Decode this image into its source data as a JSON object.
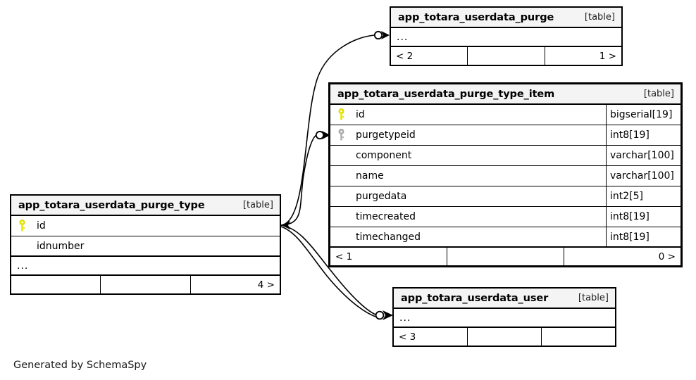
{
  "diagram": {
    "title": "SchemaSpy ER diagram",
    "generated_by": "Generated by SchemaSpy",
    "table_tag": "[table]",
    "ellipsis": "...",
    "colors": {
      "primary_key_icon": "#e8e800",
      "foreign_key_icon": "#b0b0b0",
      "header_background": "#f4f4f4",
      "border": "#000000",
      "background": "#ffffff"
    }
  },
  "tables": [
    {
      "id": "purge",
      "name": "app_totara_userdata_purge",
      "tag": "[table]",
      "collapsed": true,
      "ellipsis": "...",
      "columns": [],
      "footer": [
        "< 2",
        "",
        "1 >"
      ]
    },
    {
      "id": "purge_type_item",
      "name": "app_totara_userdata_purge_type_item",
      "tag": "[table]",
      "collapsed": false,
      "columns": [
        {
          "key": "primary",
          "name": "id",
          "type": "bigserial[19]"
        },
        {
          "key": "foreign",
          "name": "purgetypeid",
          "type": "int8[19]"
        },
        {
          "key": "none",
          "name": "component",
          "type": "varchar[100]"
        },
        {
          "key": "none",
          "name": "name",
          "type": "varchar[100]"
        },
        {
          "key": "none",
          "name": "purgedata",
          "type": "int2[5]"
        },
        {
          "key": "none",
          "name": "timecreated",
          "type": "int8[19]"
        },
        {
          "key": "none",
          "name": "timechanged",
          "type": "int8[19]"
        }
      ],
      "footer": [
        "< 1",
        "",
        "0 >"
      ]
    },
    {
      "id": "purge_type",
      "name": "app_totara_userdata_purge_type",
      "tag": "[table]",
      "collapsed": false,
      "ellipsis": "...",
      "columns": [
        {
          "key": "primary",
          "name": "id",
          "type": ""
        },
        {
          "key": "none",
          "name": "idnumber",
          "type": ""
        }
      ],
      "footer": [
        "",
        "",
        "4 >"
      ]
    },
    {
      "id": "user",
      "name": "app_totara_userdata_user",
      "tag": "[table]",
      "collapsed": true,
      "ellipsis": "...",
      "columns": [],
      "footer": [
        "< 3",
        "",
        ""
      ]
    }
  ],
  "relationships": [
    {
      "id": "rel-purge-type-to-purge",
      "from": "purge_type",
      "to": "purge",
      "optional": true
    },
    {
      "id": "rel-purge-type-to-type-item",
      "from": "purge_type",
      "to": "purge_type_item",
      "optional": true
    },
    {
      "id": "rel-purge-type-to-user-a",
      "from": "purge_type",
      "to": "user",
      "optional": true
    },
    {
      "id": "rel-purge-type-to-user-b",
      "from": "purge_type",
      "to": "user",
      "optional": true
    }
  ]
}
